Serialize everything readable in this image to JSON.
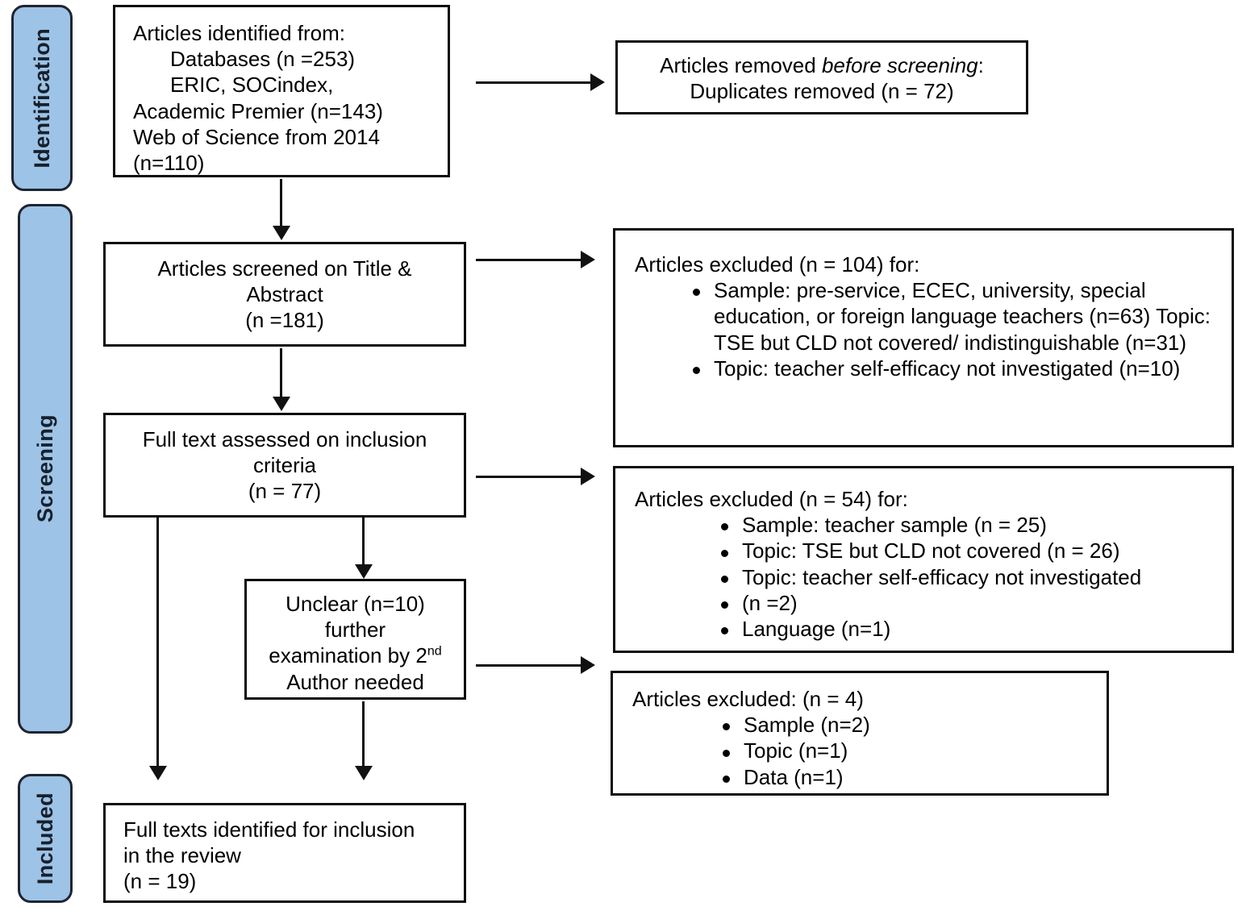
{
  "diagram": {
    "title": "PRISMA flow diagram",
    "accent_blue": "#9DC3E6",
    "border_color": "#0D0D0D"
  },
  "stages": [
    {
      "id": "identification",
      "label": "Identification"
    },
    {
      "id": "screening",
      "label": "Screening"
    },
    {
      "id": "included",
      "label": "Included"
    }
  ],
  "boxes": {
    "identified": {
      "line1": "Articles identified from:",
      "line2": "Databases (n =253)",
      "line3": "ERIC, SOCindex,",
      "line4": "Academic Premier (n=143)",
      "line5": "Web of Science from 2014",
      "line6": "(n=110)"
    },
    "removed_before_screening": {
      "line1_prefix": "Articles removed ",
      "line1_italic": "before screening",
      "line1_suffix": ":",
      "line2": "Duplicates removed (n = 72)"
    },
    "screened": {
      "line1": "Articles screened on Title &",
      "line2": "Abstract",
      "line3": "(n =181)"
    },
    "excluded_104": {
      "heading": "Articles excluded (n = 104) for:",
      "items": [
        {
          "bullet": true,
          "text": "Sample: pre-service, ECEC, university, special education, or foreign language teachers (n=63) Topic: TSE but CLD not covered/ indistinguishable (n=31)"
        },
        {
          "bullet": true,
          "text": "Topic: teacher self-efficacy not investigated (n=10)"
        }
      ]
    },
    "fulltext_assessed": {
      "line1": "Full text assessed on inclusion",
      "line2": "criteria",
      "line3": "(n = 77)"
    },
    "excluded_54": {
      "heading": "Articles excluded (n = 54) for:",
      "items": [
        {
          "bullet": true,
          "text": "Sample: teacher sample (n = 25)"
        },
        {
          "bullet": true,
          "text": "Topic: TSE but CLD not covered (n = 26)"
        },
        {
          "bullet": true,
          "text": "Topic: teacher self-efficacy not investigated"
        },
        {
          "bullet": true,
          "text": "(n =2)"
        },
        {
          "bullet": true,
          "text": "Language (n=1)"
        }
      ]
    },
    "unclear": {
      "line1": "Unclear (n=10)",
      "line2": "further",
      "line3_prefix": "examination by 2",
      "line3_sup": "nd",
      "line4": "Author needed"
    },
    "excluded_4": {
      "heading": "Articles excluded: (n = 4)",
      "items": [
        {
          "bullet": true,
          "text": "Sample (n=2)"
        },
        {
          "bullet": true,
          "text": "Topic (n=1)"
        },
        {
          "bullet": true,
          "text": "Data (n=1)"
        }
      ]
    },
    "included_final": {
      "line1": "Full texts identified for inclusion",
      "line2": "in the review",
      "line3": "(n = 19)"
    }
  }
}
